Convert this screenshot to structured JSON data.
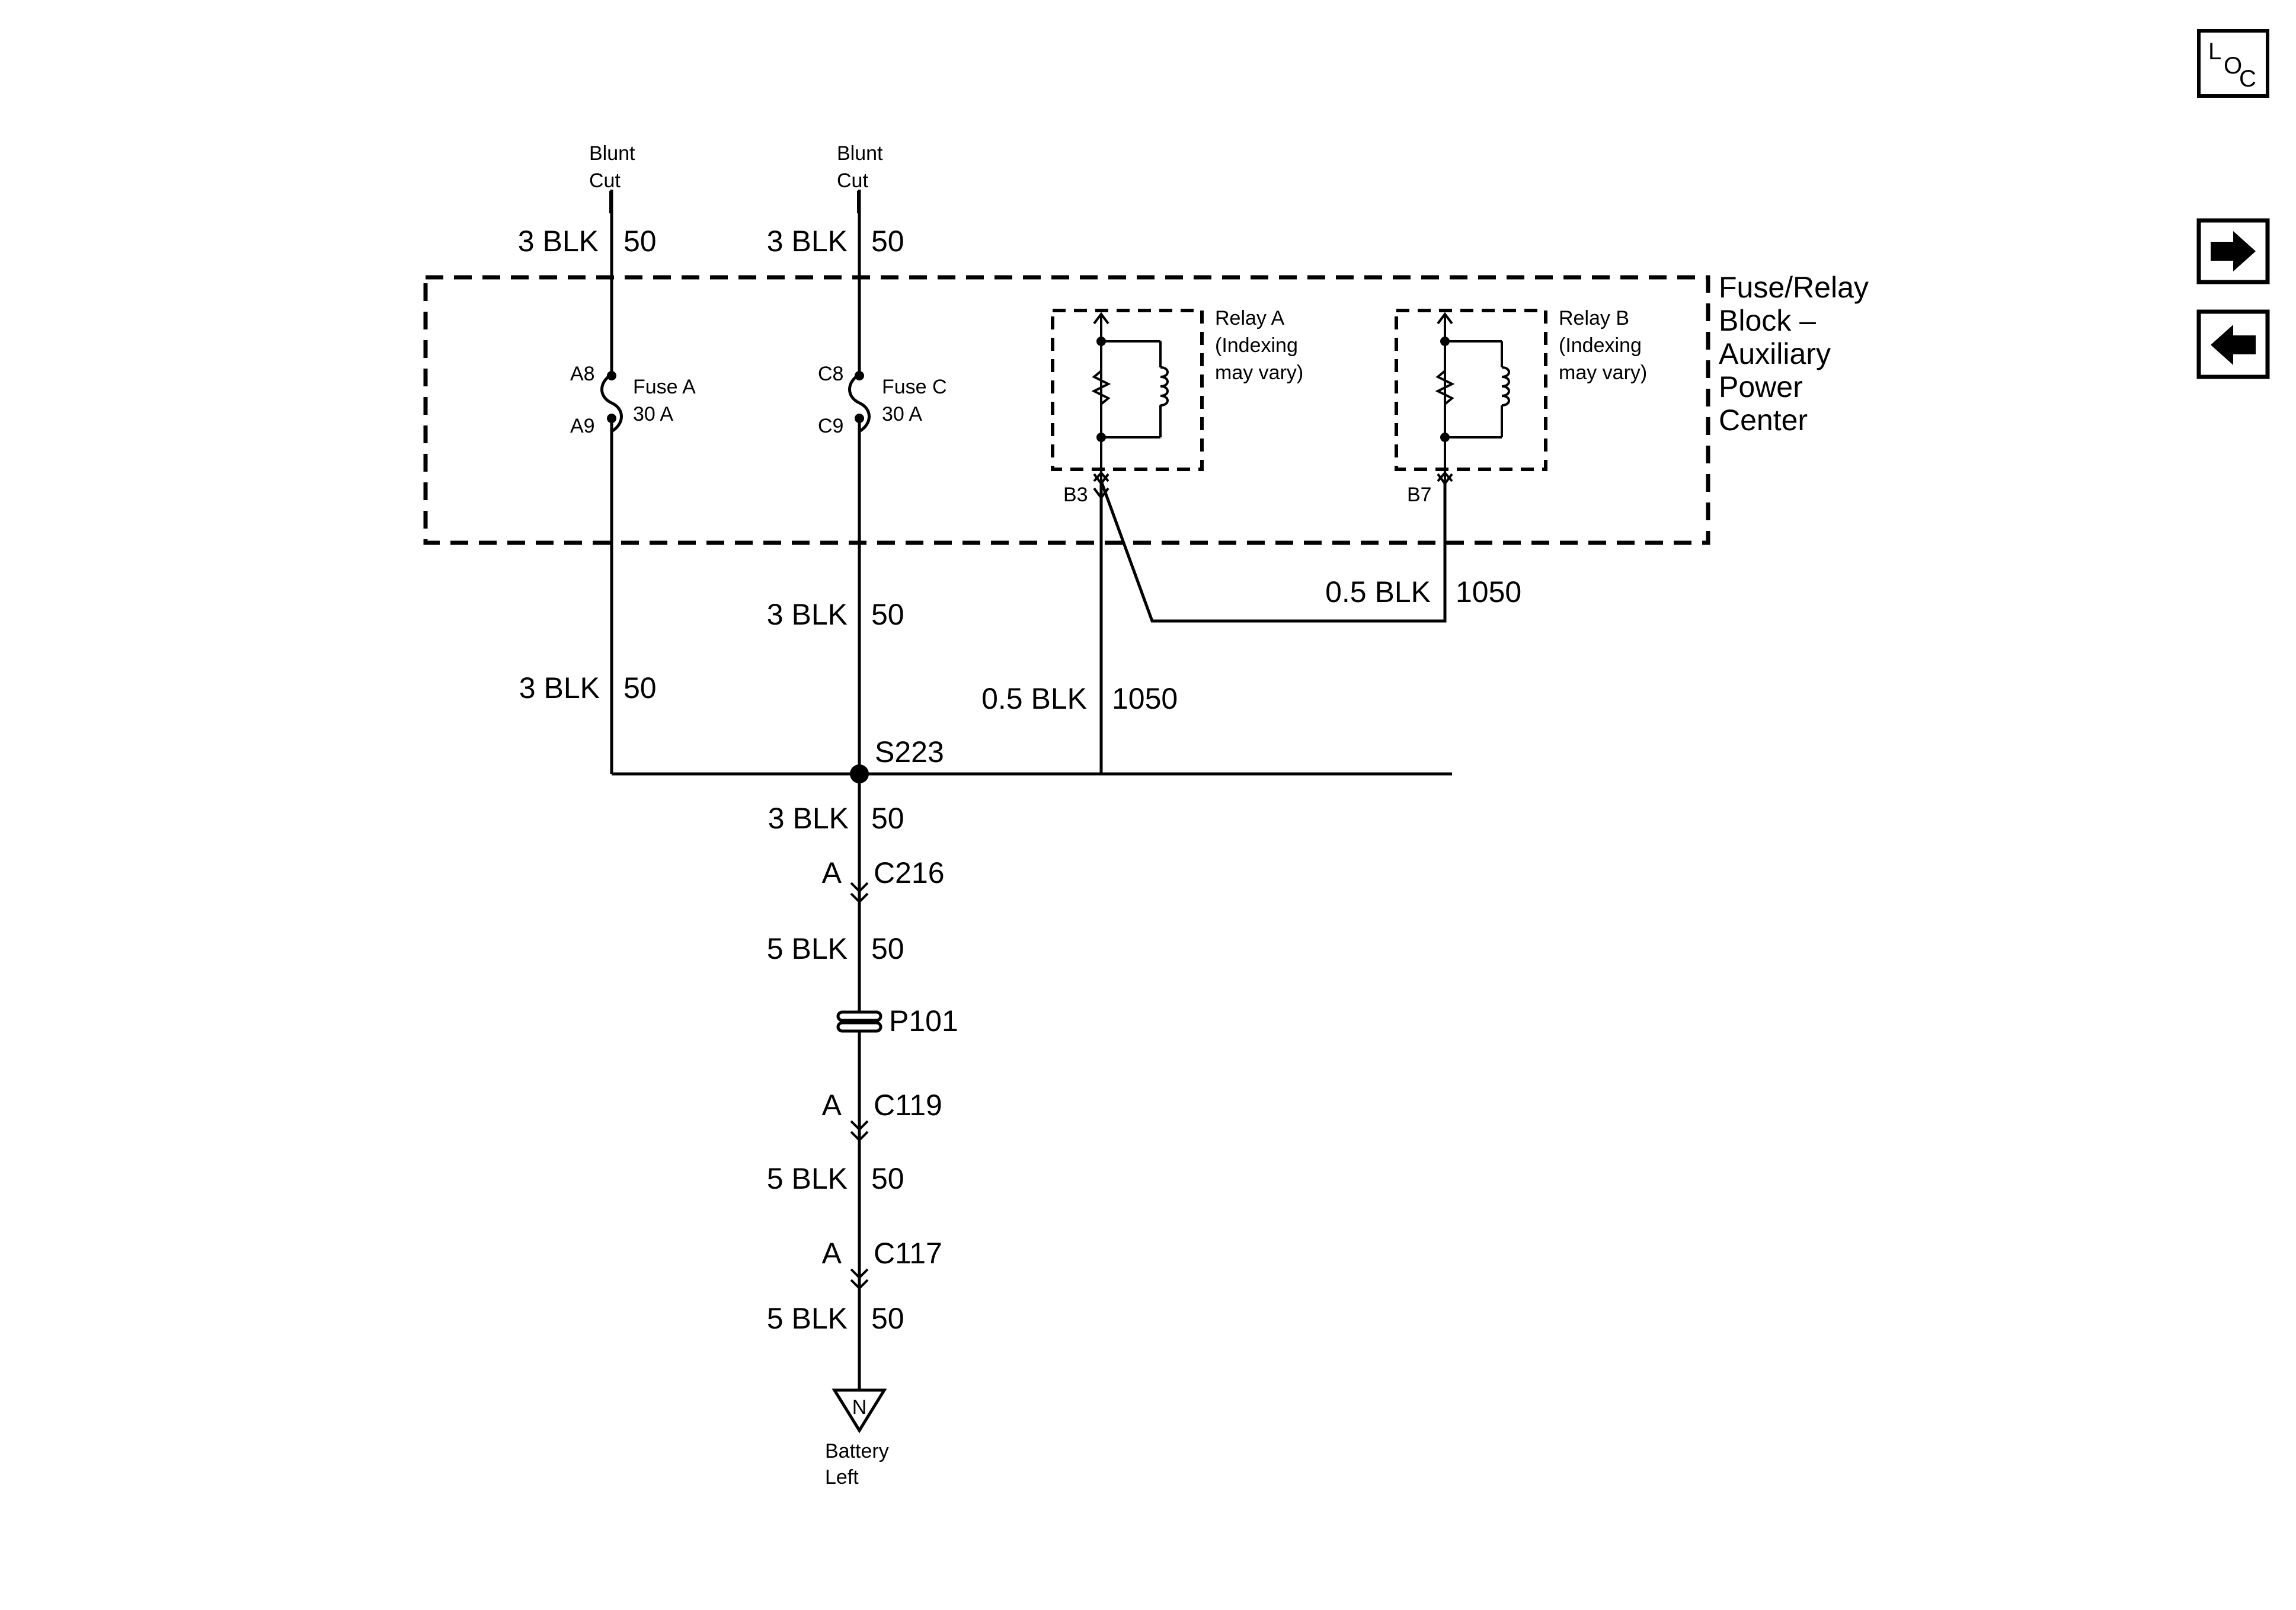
{
  "nav": {
    "loc": {
      "big": "L",
      "sub1": "O",
      "sub2": "C"
    },
    "next_icon": "right-arrow-icon",
    "prev_icon": "left-arrow-icon"
  },
  "wires": {
    "w1_top": {
      "gauge": "3 BLK",
      "circuit": "50"
    },
    "w2_top": {
      "gauge": "3 BLK",
      "circuit": "50"
    },
    "w2_mid": {
      "gauge": "3 BLK",
      "circuit": "50"
    },
    "w1_mid": {
      "gauge": "3 BLK",
      "circuit": "50"
    },
    "relay_a_down": {
      "gauge": "0.5 BLK",
      "circuit": "1050"
    },
    "relay_b_link": {
      "gauge": "0.5 BLK",
      "circuit": "1050"
    },
    "after_splice": {
      "gauge": "3 BLK",
      "circuit": "50"
    },
    "after_c216": {
      "gauge": "5 BLK",
      "circuit": "50"
    },
    "after_c119": {
      "gauge": "5 BLK",
      "circuit": "50"
    },
    "after_c117": {
      "gauge": "5 BLK",
      "circuit": "50"
    }
  },
  "blunt_cut": {
    "line1": "Blunt",
    "line2": "Cut"
  },
  "block": {
    "line1": "Fuse/Relay",
    "line2": "Block –",
    "line3": "Auxiliary",
    "line4": "Power",
    "line5": "Center"
  },
  "fuse_a": {
    "name": "Fuse A",
    "rating": "30 A",
    "pin_in": "A8",
    "pin_out": "A9"
  },
  "fuse_c": {
    "name": "Fuse C",
    "rating": "30 A",
    "pin_in": "C8",
    "pin_out": "C9"
  },
  "relay_a": {
    "line1": "Relay A",
    "line2": "(Indexing",
    "line3": "may vary)",
    "pin": "B3"
  },
  "relay_b": {
    "line1": "Relay B",
    "line2": "(Indexing",
    "line3": "may vary)",
    "pin": "B7"
  },
  "splice": "S223",
  "connectors": [
    {
      "cavity": "A",
      "id": "C216"
    },
    {
      "cavity": "A",
      "id": "C119"
    },
    {
      "cavity": "A",
      "id": "C117"
    }
  ],
  "pass_through": "P101",
  "ground": {
    "symbol": "N",
    "line1": "Battery",
    "line2": "Left"
  }
}
